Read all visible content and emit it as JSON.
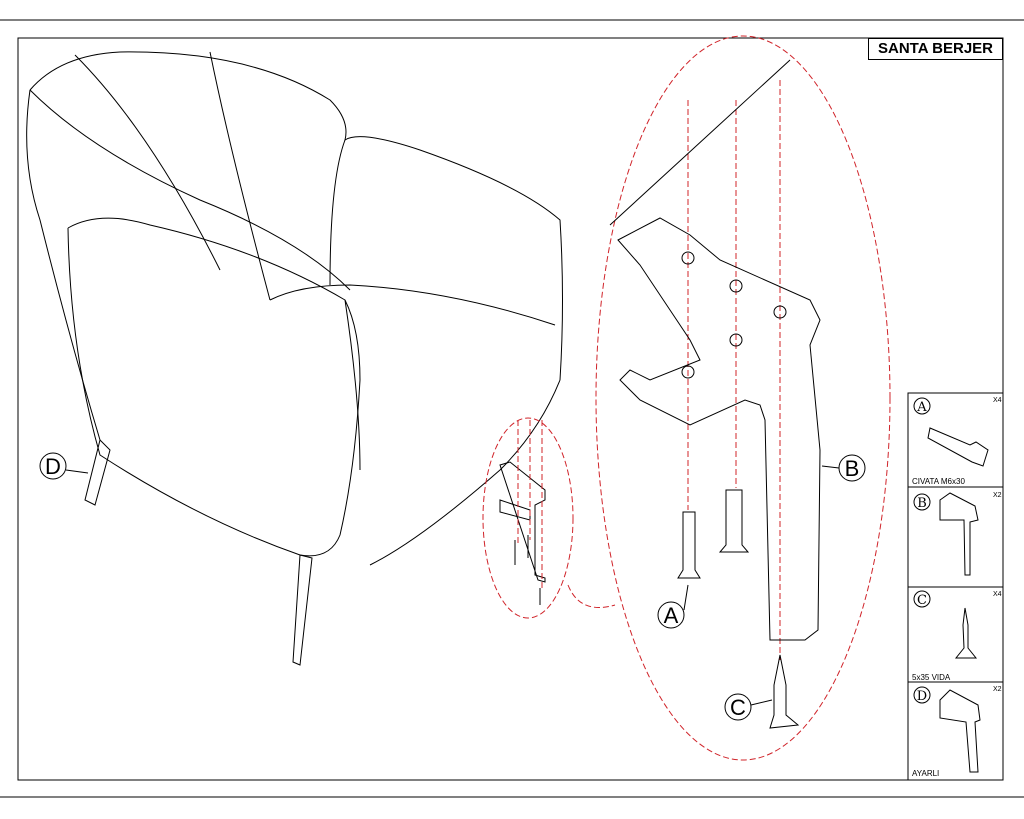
{
  "title": "SANTA BERJER",
  "callouts": [
    "A",
    "B",
    "C",
    "D"
  ],
  "parts": [
    {
      "letter": "A",
      "qty": "X4",
      "name": "CIVATA M6x30"
    },
    {
      "letter": "B",
      "qty": "X2",
      "name": ""
    },
    {
      "letter": "C",
      "qty": "X4",
      "name": "5x35 VIDA"
    },
    {
      "letter": "D",
      "qty": "X2",
      "name": "AYARLI"
    }
  ],
  "colors": {
    "line": "#000000",
    "dashed": "#d0242a"
  }
}
